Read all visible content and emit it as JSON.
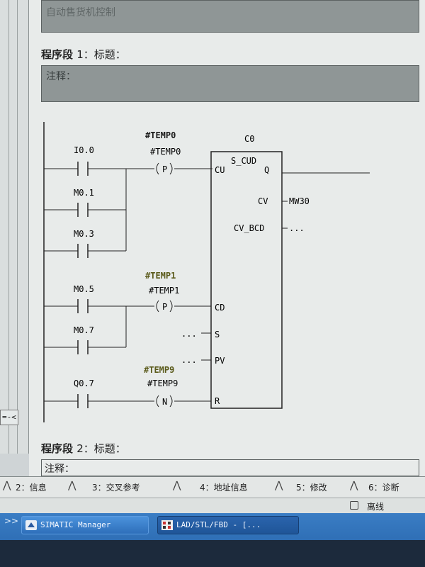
{
  "window": {
    "network_title": "自动售货机控制",
    "left_stub": "=-<"
  },
  "network1": {
    "heading": "程序段",
    "number": "1",
    "title_label": "：标题：",
    "comment_label": "注释："
  },
  "network2": {
    "heading": "程序段",
    "number": "2",
    "title_label": "：标题：",
    "comment_label": "注释："
  },
  "ladder": {
    "contacts": [
      "I0.0",
      "M0.1",
      "M0.3",
      "M0.5",
      "M0.7",
      "Q0.7"
    ],
    "coil_labels": {
      "p1_top": "#TEMP0",
      "p1_bottom": "#TEMP0",
      "p2_top": "#TEMP1",
      "p2_bottom": "#TEMP1",
      "n_top": "#TEMP9",
      "n_bottom": "#TEMP9"
    },
    "edge_coils": [
      "P",
      "P",
      "N"
    ],
    "counter": {
      "name": "C0",
      "type": "S_CUD",
      "inputs": [
        "CU",
        "CD",
        "S",
        "PV",
        "R"
      ],
      "outputs": [
        "Q",
        "CV",
        "CV_BCD"
      ],
      "cv_operand": "MW30",
      "placeholder": "..."
    }
  },
  "status_tabs": [
    {
      "label": "2：信息"
    },
    {
      "label": "3：交叉参考"
    },
    {
      "label": "4：地址信息"
    },
    {
      "label": "5：修改"
    },
    {
      "label": "6：诊断"
    }
  ],
  "status": {
    "mode": "离线"
  },
  "taskbar": {
    "chevron": ">>",
    "items": [
      {
        "label": "SIMATIC Manager",
        "active": false
      },
      {
        "label": "LAD/STL/FBD  - [...",
        "active": true
      }
    ]
  }
}
